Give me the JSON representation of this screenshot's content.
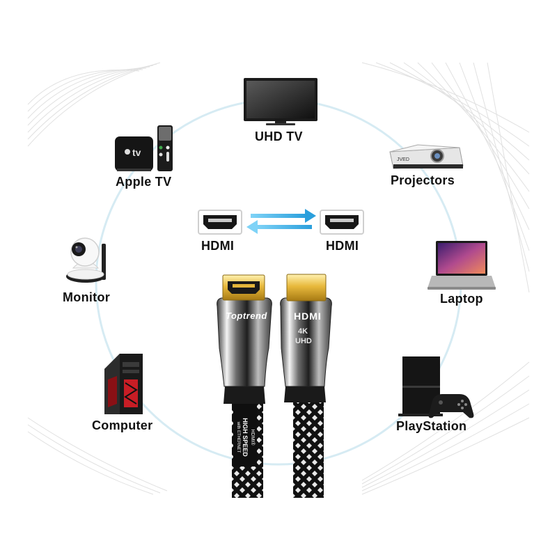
{
  "devices": {
    "uhd_tv": "UHD TV",
    "apple_tv": "Apple TV",
    "projectors": "Projectors",
    "monitor": "Monitor",
    "laptop": "Laptop",
    "computer": "Computer",
    "playstation": "PlayStation"
  },
  "ports": {
    "left_label": "HDMI",
    "right_label": "HDMI"
  },
  "device_marks": {
    "apple_tv_box": "tv",
    "projector_brand": "JVED"
  },
  "cable": {
    "left_brand": "Toptrend",
    "right_logo": "HDMI",
    "right_badge_top": "4K",
    "right_badge_bottom": "UHD",
    "sleeve_line1": "HDMI®",
    "sleeve_line2": "HIGH SPEED",
    "sleeve_line3": "with ETHERNET"
  },
  "colors": {
    "circle": "#d6ebf3",
    "arrow": "#3aa9e0",
    "gold": "#e3b53a"
  }
}
